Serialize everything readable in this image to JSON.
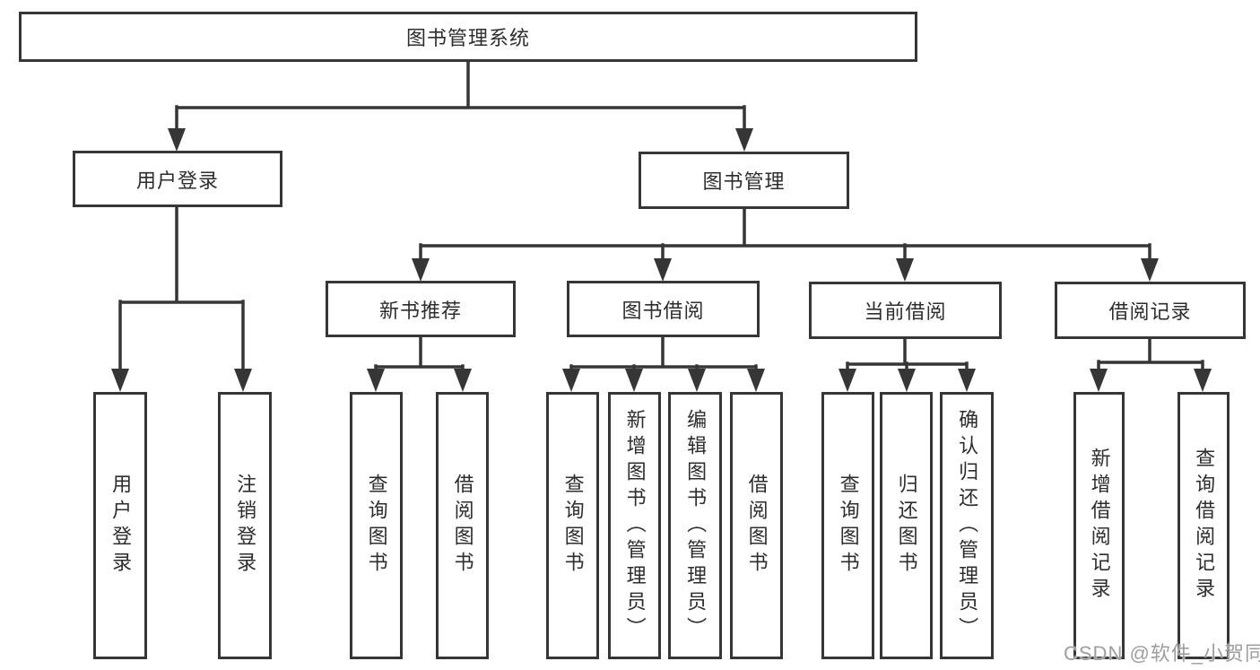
{
  "diagram_title": "图书管理系统",
  "tree": {
    "root": {
      "label": "图书管理系统"
    },
    "branches": [
      {
        "label": "用户登录",
        "children": [
          "用户登录",
          "注销登录"
        ]
      },
      {
        "label": "图书管理",
        "sections": [
          {
            "label": "新书推荐",
            "children": [
              "查询图书",
              "借阅图书"
            ]
          },
          {
            "label": "图书借阅",
            "children": [
              "查询图书",
              "新增图书（管理员）",
              "编辑图书（管理员）",
              "借阅图书"
            ]
          },
          {
            "label": "当前借阅",
            "children": [
              "查询图书",
              "归还图书",
              "确认归还（管理员）"
            ]
          },
          {
            "label": "借阅记录",
            "children": [
              "新增借阅记录",
              "查询借阅记录"
            ]
          }
        ]
      }
    ]
  },
  "watermark": "CSDN @软件_小贺同学",
  "colors": {
    "line": "#363636",
    "box_border": "#363636",
    "box_background": "#ffffff",
    "text": "#2d2d2d",
    "watermark": "#9e9e9e",
    "background": "#ffffff"
  }
}
